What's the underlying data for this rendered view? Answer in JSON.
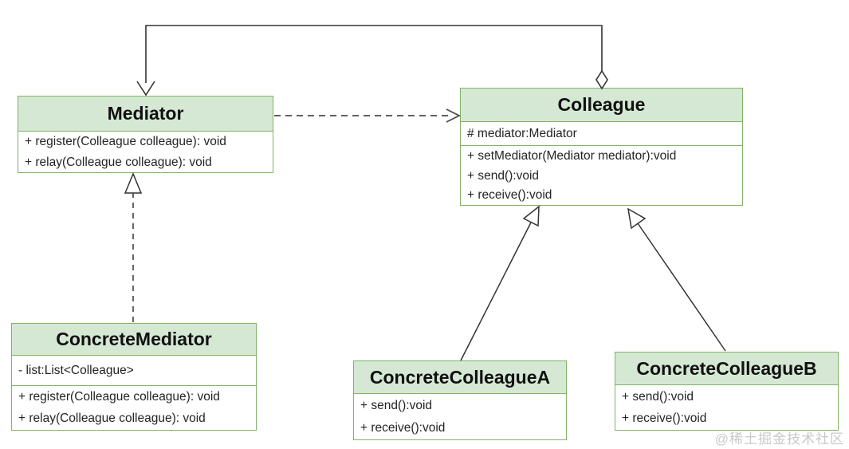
{
  "classes": {
    "mediator": {
      "name": "Mediator",
      "attributes": [],
      "methods": [
        "+ register(Colleague colleague): void",
        "+ relay(Colleague colleague): void"
      ]
    },
    "colleague": {
      "name": "Colleague",
      "attributes": [
        "# mediator:Mediator"
      ],
      "methods": [
        "+ setMediator(Mediator mediator):void",
        "+ send():void",
        "+ receive():void"
      ]
    },
    "concrete_mediator": {
      "name": "ConcreteMediator",
      "attributes": [
        "- list:List<Colleague>"
      ],
      "methods": [
        "+ register(Colleague colleague): void",
        "+ relay(Colleague colleague): void"
      ]
    },
    "concrete_colleague_a": {
      "name": "ConcreteColleagueA",
      "attributes": [],
      "methods": [
        "+ send():void",
        "+ receive():void"
      ]
    },
    "concrete_colleague_b": {
      "name": "ConcreteColleagueB",
      "attributes": [],
      "methods": [
        "+ send():void",
        "+ receive():void"
      ]
    }
  },
  "relationships": [
    {
      "type": "aggregation-association",
      "diamond_at": "Colleague",
      "arrow_at": "Mediator",
      "description": "Colleague has-a Mediator (hollow diamond at Colleague, open arrow into Mediator top)"
    },
    {
      "type": "dependency",
      "from": "Mediator",
      "to": "Colleague",
      "description": "dashed open arrow from Mediator right edge to Colleague left edge"
    },
    {
      "type": "realization",
      "from": "ConcreteMediator",
      "to": "Mediator",
      "description": "dashed line with hollow triangle pointing up at Mediator bottom"
    },
    {
      "type": "inheritance",
      "from": "ConcreteColleagueA",
      "to": "Colleague",
      "description": "solid line with hollow triangle at Colleague bottom"
    },
    {
      "type": "inheritance",
      "from": "ConcreteColleagueB",
      "to": "Colleague",
      "description": "solid line with hollow triangle at Colleague bottom"
    }
  ],
  "watermark": "@稀土掘金技术社区",
  "colors": {
    "header_fill": "#d5e8d4",
    "border": "#82b366",
    "body_fill": "#ffffff",
    "line": "#333333",
    "text": "#242424",
    "watermark": "#c9c9c9"
  }
}
